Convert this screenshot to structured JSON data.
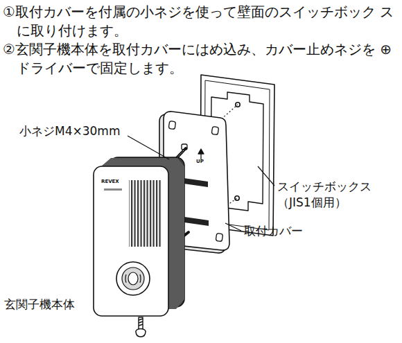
{
  "diagram": {
    "labels": [
      "①取付カバーを付属の小ネジを使って壁面のスイッチボック スに取り付けます。",
      "②玄関子機本体を取付カバーにはめ込み、カバー止めネジを ⊕ドライバーで固定します。",
      "小ネジM4×30mm",
      "スイッチボックス （JIS1個用）",
      "取付カバー",
      "玄関子機本体",
      "UP",
      "REVEX"
    ]
  }
}
